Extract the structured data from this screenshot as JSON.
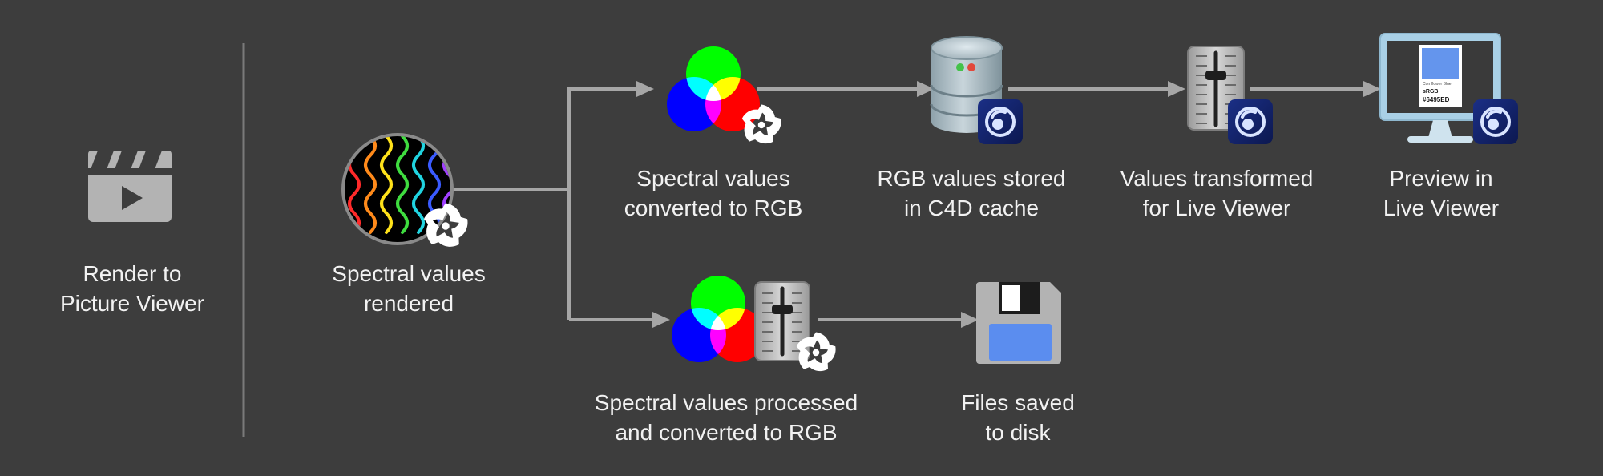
{
  "colors": {
    "background": "#3d3d3d",
    "connector": "#a6a6a6",
    "label_text": "#f2f2f2",
    "cinema4d_badge": "#0f1e5a",
    "floppy_label": "#5b8def"
  },
  "source": {
    "icon": "clapperboard-play-icon",
    "label_lines": [
      "Render to",
      "Picture Viewer"
    ]
  },
  "nodes": {
    "spectral_rendered": {
      "icon": "spectral-waves-sphere-icon",
      "badge": "octane-render-logo-icon",
      "label_lines": [
        "Spectral values",
        "rendered"
      ]
    },
    "converted_rgb": {
      "icon": "rgb-color-circles-icon",
      "badge": "octane-render-logo-icon",
      "label_lines": [
        "Spectral values",
        "converted to RGB"
      ]
    },
    "c4d_cache": {
      "icon": "database-icon",
      "badge": "cinema4d-logo-icon",
      "label_lines": [
        "RGB values stored",
        "in C4D cache"
      ]
    },
    "transformed": {
      "icon": "fader-slider-icon",
      "badge": "cinema4d-logo-icon",
      "label_lines": [
        "Values transformed",
        "for Live Viewer"
      ]
    },
    "preview": {
      "icon": "monitor-icon",
      "badge": "cinema4d-logo-icon",
      "label_lines": [
        "Preview in",
        "Live Viewer"
      ],
      "swatch": {
        "color": "#6495ED",
        "name": "Cornflower Blue",
        "space": "sRGB",
        "hex": "#6495ED"
      }
    },
    "processed": {
      "icon": "rgb-circles-with-fader-icon",
      "badge": "octane-render-logo-icon",
      "label_lines": [
        "Spectral values processed",
        "and converted to RGB"
      ]
    },
    "saved": {
      "icon": "floppy-disk-icon",
      "label_lines": [
        "Files saved",
        "to disk"
      ]
    }
  }
}
